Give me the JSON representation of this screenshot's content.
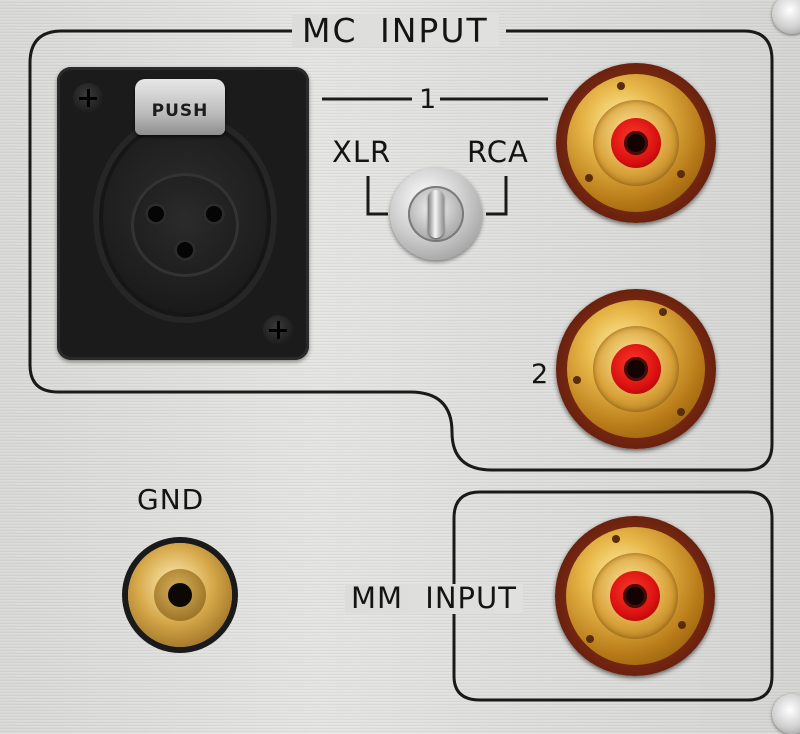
{
  "panel": {
    "mc_input_label": "MC INPUT",
    "input_1_label": "1",
    "input_2_label": "2",
    "xlr_label": "XLR",
    "rca_label": "RCA",
    "push_label": "PUSH",
    "gnd_label": "GND",
    "mm_input_label": "MM INPUT"
  },
  "colors": {
    "panel": "#dcdcda",
    "text": "#141414",
    "xlr_body": "#1b1b1b",
    "rca_gold": "#d9a23a",
    "rca_center": "#d81010"
  },
  "switch": {
    "options": [
      "XLR",
      "RCA"
    ],
    "selected": "RCA"
  }
}
